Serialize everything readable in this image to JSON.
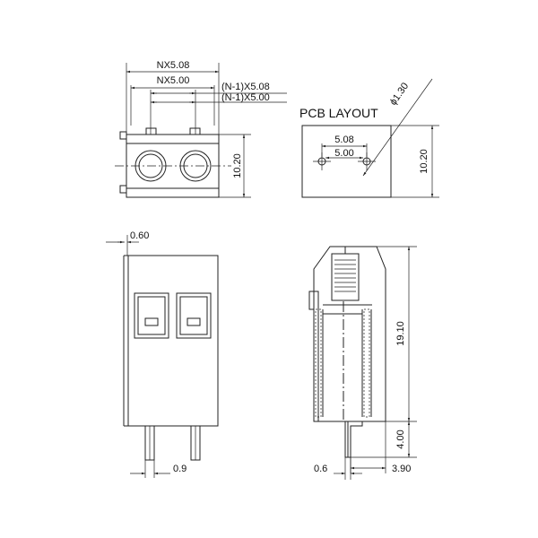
{
  "labels": {
    "nx508": "NX5.08",
    "nx500": "NX5.00",
    "n1x508": "(N-1)X5.08",
    "n1x500": "(N-1)X5.00",
    "top_height": "10.20",
    "pcb_title": "PCB LAYOUT",
    "phi": "ϕ1.30",
    "pcb_508": "5.08",
    "pcb_500": "5.00",
    "pcb_height": "10.20",
    "front_060": "0.60",
    "front_09": "0.9",
    "side_1910": "19.10",
    "side_400": "4.00",
    "side_390": "3.90",
    "side_06": "0.6"
  }
}
